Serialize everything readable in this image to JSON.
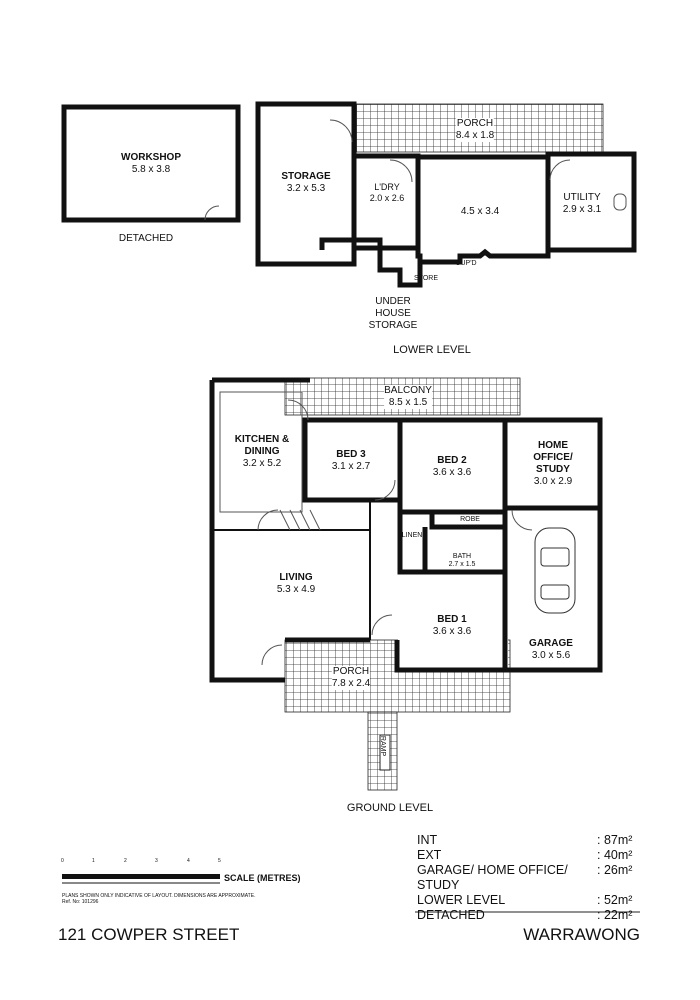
{
  "detached": {
    "workshop": {
      "name": "WORKSHOP",
      "dims": "5.8 x 3.8"
    },
    "label": "DETACHED"
  },
  "lower": {
    "title": "LOWER LEVEL",
    "storage": {
      "name": "STORAGE",
      "dims": "3.2 x 5.3"
    },
    "porch": {
      "name": "PORCH",
      "dims": "8.4 x 1.8"
    },
    "laundry": {
      "name": "L'DRY",
      "dims": "2.0 x 2.6"
    },
    "room": {
      "dims": "4.5 x 3.4"
    },
    "utility": {
      "name": "UTILITY",
      "dims": "2.9 x 3.1"
    },
    "store": "STORE",
    "cupd": "CUP'D",
    "under": "UNDER\nHOUSE\nSTORAGE"
  },
  "ground": {
    "title": "GROUND LEVEL",
    "balcony": {
      "name": "BALCONY",
      "dims": "8.5 x 1.5"
    },
    "kitchen": {
      "name": "KITCHEN &\nDINING",
      "dims": "3.2 x 5.2"
    },
    "bed3": {
      "name": "BED 3",
      "dims": "3.1 x 2.7"
    },
    "bed2": {
      "name": "BED 2",
      "dims": "3.6 x 3.6"
    },
    "office": {
      "name": "HOME\nOFFICE/\nSTUDY",
      "dims": "3.0 x 2.9"
    },
    "robe": "ROBE",
    "linen": "LINEN",
    "bath": {
      "name": "BATH",
      "dims": "2.7 x 1.5"
    },
    "living": {
      "name": "LIVING",
      "dims": "5.3 x 4.9"
    },
    "bed1": {
      "name": "BED 1",
      "dims": "3.6 x 3.6"
    },
    "garage": {
      "name": "GARAGE",
      "dims": "3.0 x 5.6"
    },
    "porch": {
      "name": "PORCH",
      "dims": "7.8 x 2.4"
    },
    "ramp": "RAMP"
  },
  "areas": [
    {
      "label": "INT",
      "value": ": 87m²"
    },
    {
      "label": "EXT",
      "value": ": 40m²"
    },
    {
      "label": "GARAGE/ HOME OFFICE/ STUDY",
      "value": ": 26m²"
    },
    {
      "label": "LOWER LEVEL",
      "value": ": 52m²"
    },
    {
      "label": "DETACHED",
      "value": ": 22m²"
    }
  ],
  "scale": {
    "label": "SCALE (METRES)",
    "ticks": [
      "0",
      "1",
      "2",
      "3",
      "4",
      "5"
    ]
  },
  "note": "PLANS SHOWN ONLY INDICATIVE OF LAYOUT.  DIMENSIONS ARE APPROXIMATE.",
  "ref": "Ref. No: 101296",
  "address": "121 COWPER STREET",
  "suburb": "WARRAWONG"
}
